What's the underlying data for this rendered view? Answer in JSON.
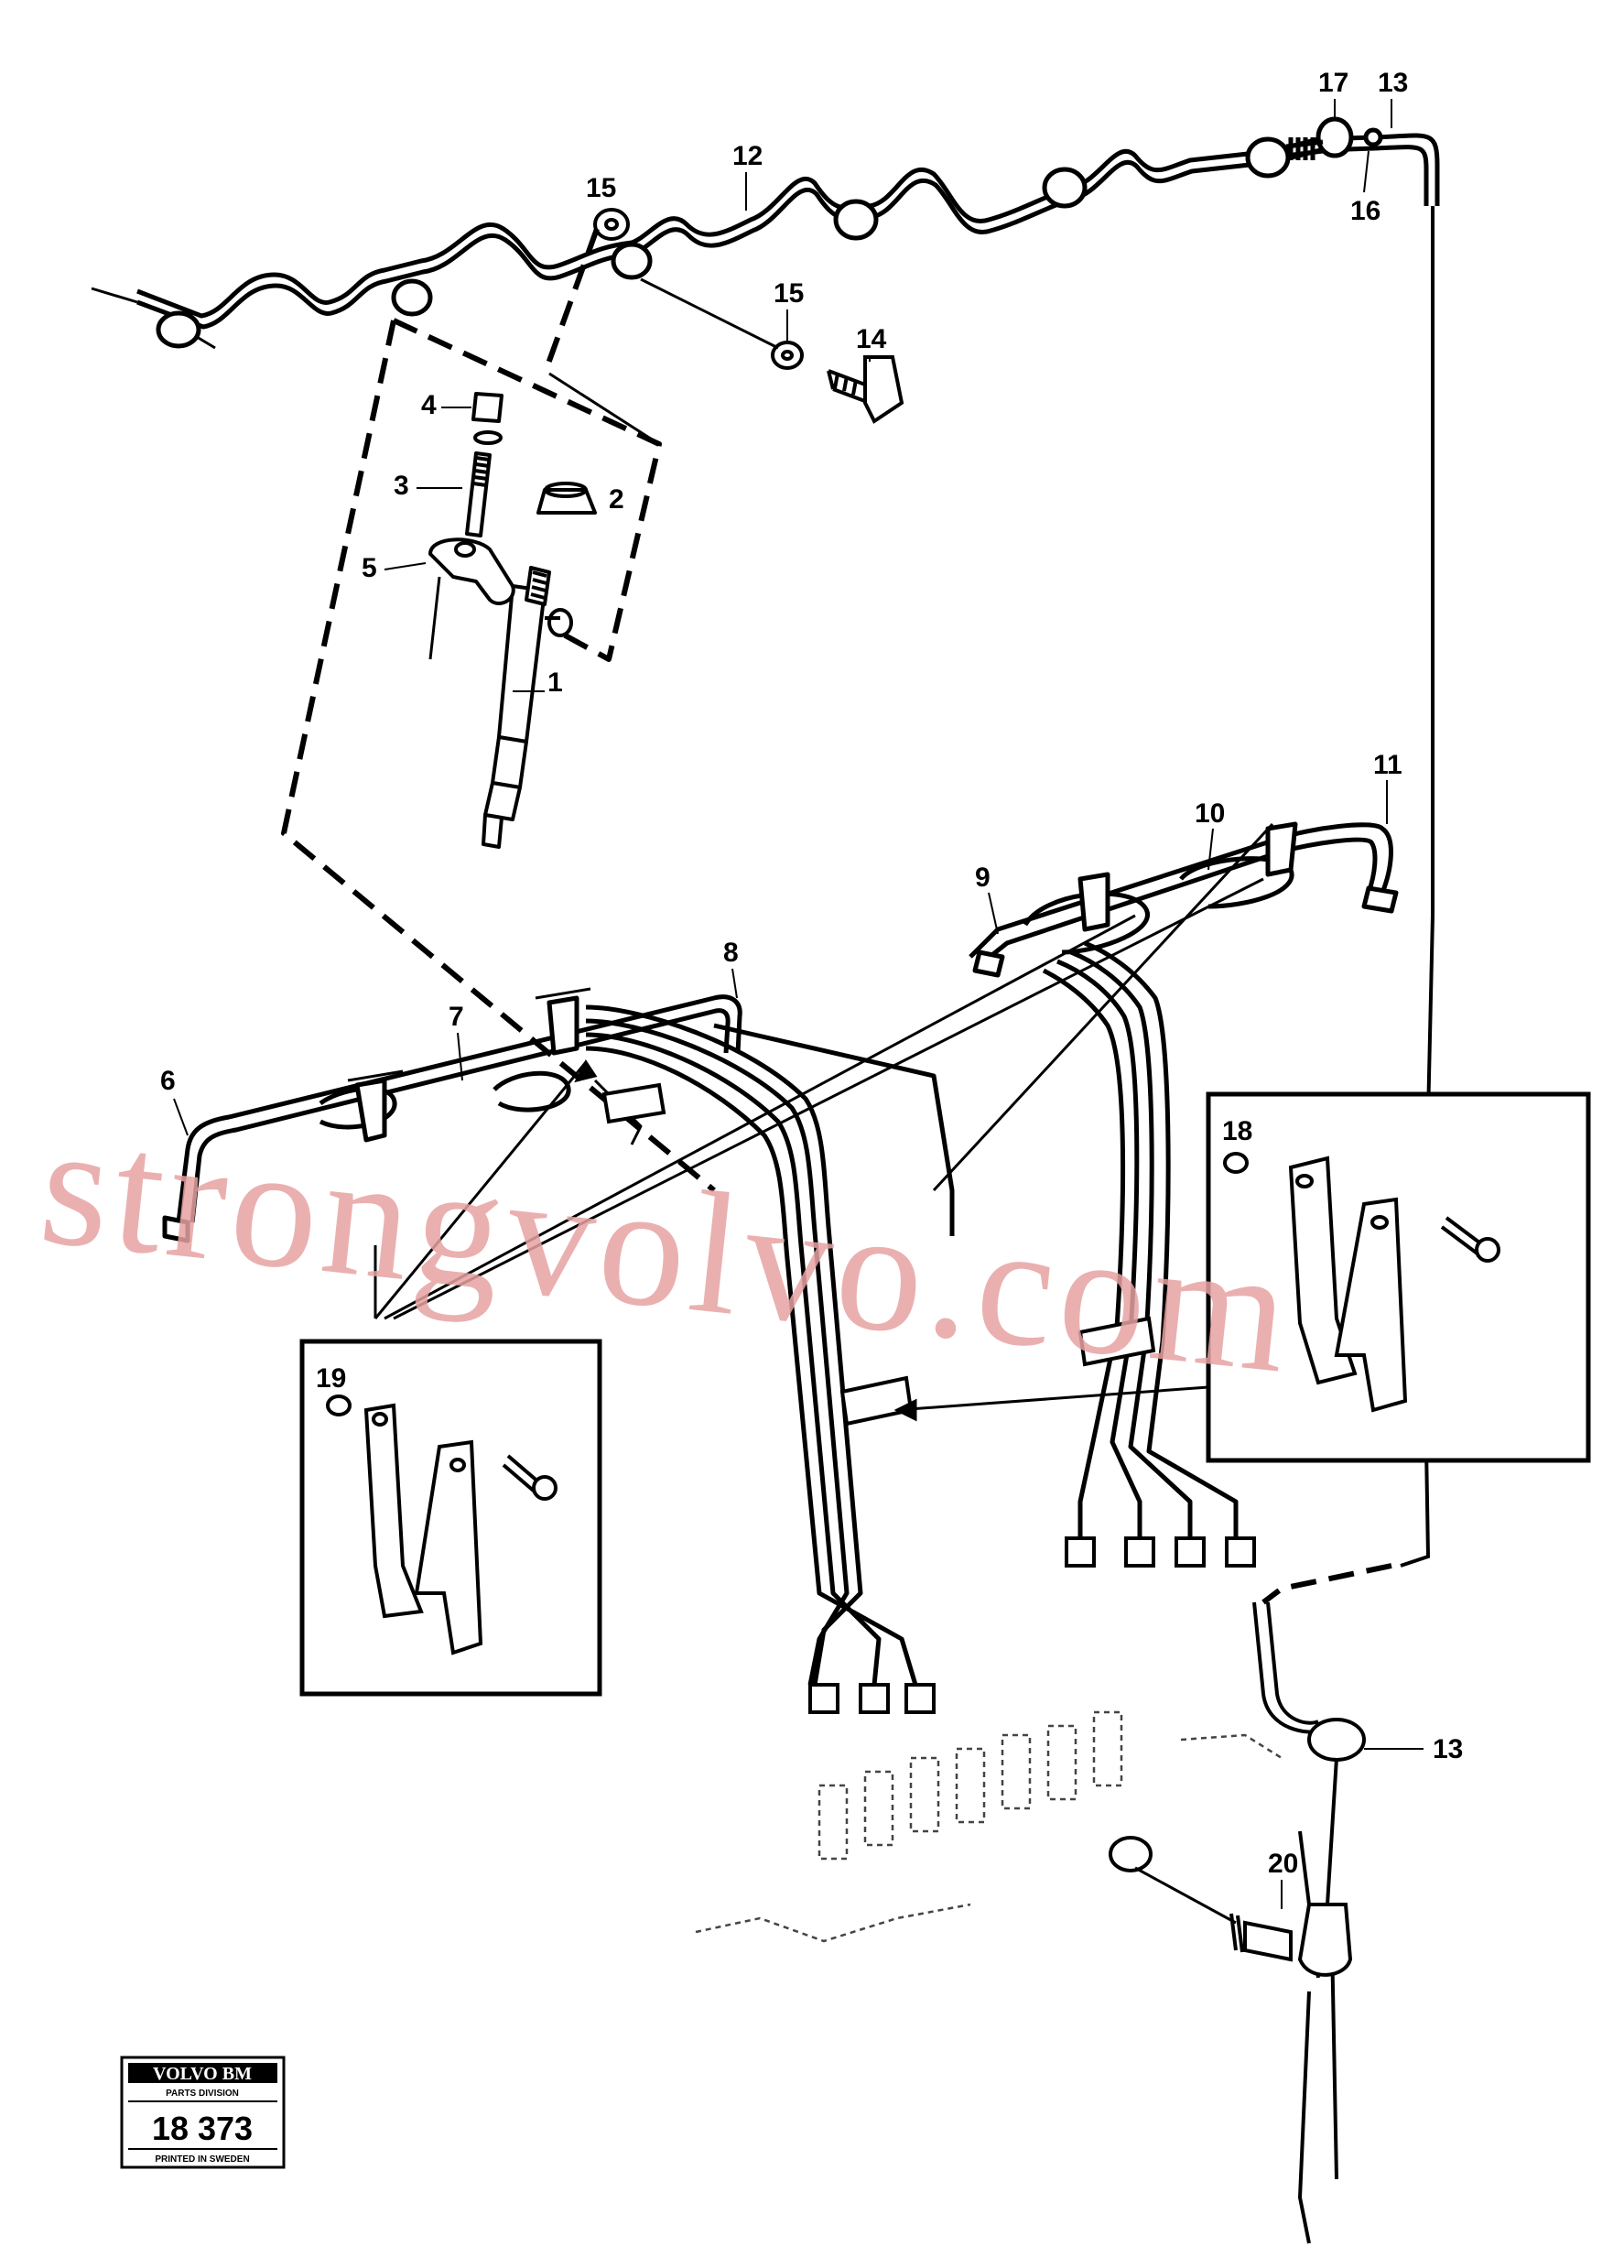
{
  "callouts": [
    "1",
    "2",
    "3",
    "4",
    "5",
    "6",
    "7",
    "8",
    "9",
    "10",
    "11",
    "12",
    "13",
    "14",
    "15",
    "16",
    "17",
    "18",
    "19",
    "20"
  ],
  "labels": {
    "n1": "1",
    "n2": "2",
    "n3": "3",
    "n4": "4",
    "n5": "5",
    "n6": "6",
    "n7": "7",
    "n8": "8",
    "n9": "9",
    "n10": "10",
    "n11": "11",
    "n12": "12",
    "n13a": "13",
    "n13b": "13",
    "n14": "14",
    "n15a": "15",
    "n15b": "15",
    "n16": "16",
    "n17": "17",
    "n18": "18",
    "n19": "19",
    "n20": "20"
  },
  "stamp": {
    "brand": "VOLVO BM",
    "division": "PARTS DIVISION",
    "number": "18 373",
    "footer": "PRINTED IN SWEDEN"
  },
  "watermark": "strongvolvo.com",
  "colors": {
    "line": "#000000",
    "watermark": "#e7a3a3",
    "background": "#ffffff"
  }
}
